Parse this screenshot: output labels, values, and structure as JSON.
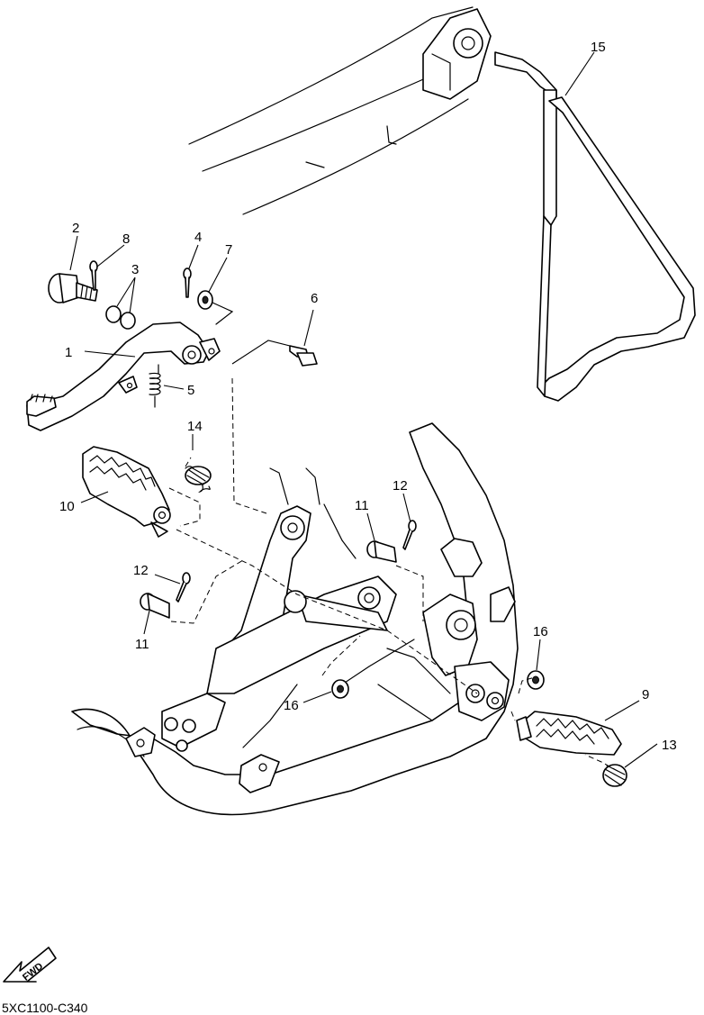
{
  "callouts": {
    "c1": "1",
    "c2": "2",
    "c3": "3",
    "c4": "4",
    "c5": "5",
    "c6": "6",
    "c7": "7",
    "c8": "8",
    "c9": "9",
    "c10": "10",
    "c11a": "11",
    "c11b": "11",
    "c12a": "12",
    "c12b": "12",
    "c13": "13",
    "c14": "14",
    "c15": "15",
    "c16a": "16",
    "c16b": "16"
  },
  "fwd_label": "FWD",
  "diagram_code": "5XC1100-C340"
}
